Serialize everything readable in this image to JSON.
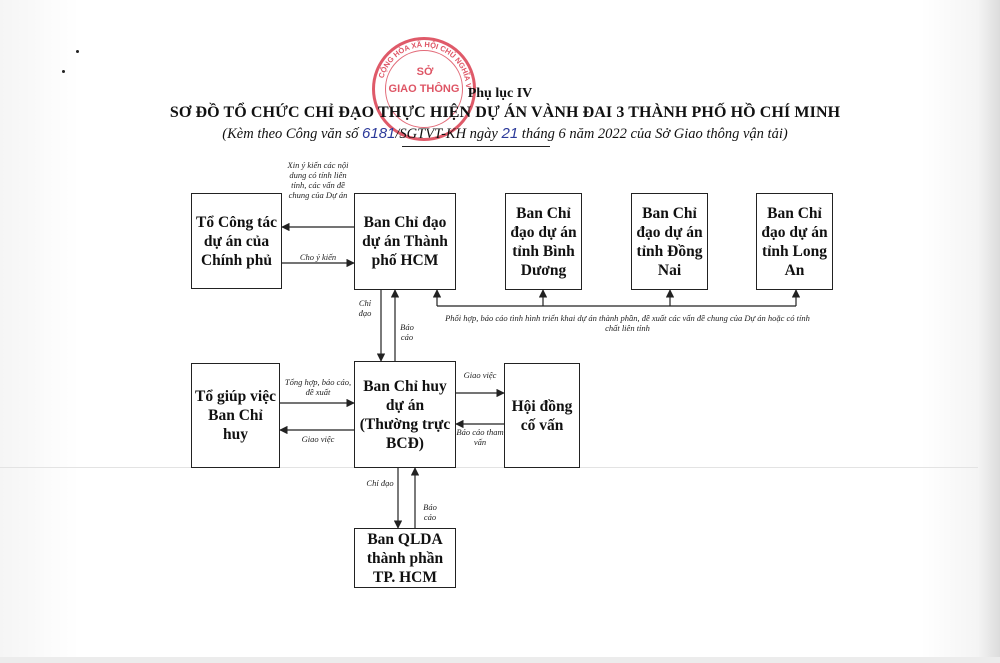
{
  "header": {
    "appendix": "Phụ lục IV",
    "title": "SƠ ĐỒ TỔ CHỨC CHỈ ĐẠO THỰC HIỆN DỰ ÁN VÀNH ĐAI 3 THÀNH PHỐ HỒ CHÍ MINH",
    "subtitle_prefix": "(Kèm theo Công văn số ",
    "doc_number": "6181",
    "subtitle_middle": "/SGTVT-KH ngày ",
    "doc_day": "21",
    "subtitle_suffix": " tháng 6 năm 2022 của Sở Giao thông vận tải)"
  },
  "stamp": {
    "center_line1": "SỞ",
    "center_line2": "GIAO THÔNG",
    "ring_text": "CỘNG HÒA XÃ HỘI CHỦ NGHĨA VIỆT NAM",
    "color": "#d62b3f"
  },
  "boxes": {
    "to_cong_tac": "Tổ Công tác dự án của Chính phủ",
    "bcd_hcm": "Ban Chỉ đạo dự án Thành phố HCM",
    "bcd_binh_duong": "Ban Chỉ đạo dự án tỉnh Bình Dương",
    "bcd_dong_nai": "Ban Chỉ đạo dự án tỉnh Đồng Nai",
    "bcd_long_an": "Ban Chỉ đạo dự án tỉnh Long An",
    "to_giup_viec": "Tổ giúp việc Ban Chỉ huy",
    "ban_chi_huy": "Ban Chỉ huy dự án (Thường trực BCĐ)",
    "hoi_dong": "Hội đồng cố vấn",
    "ban_qlda": "Ban QLDA thành phần TP. HCM"
  },
  "labels": {
    "xin_y_kien": "Xin ý kiến các nội dung có tính liên tỉnh, các vấn đề chung của Dự án",
    "cho_y_kien": "Cho ý kiến",
    "chi_dao_1": "Chỉ đạo",
    "bao_cao_1": "Báo cáo",
    "phoi_hop": "Phối hợp, báo cáo tình hình triển khai dự án thành phần, đề xuất các vấn đề chung của Dự án hoặc có tính chất liên tỉnh",
    "tong_hop": "Tổng hợp, báo cáo, đề xuất",
    "giao_viec_left": "Giao việc",
    "giao_viec_right": "Giao việc",
    "bao_cao_tham_van": "Báo cáo tham vấn",
    "chi_dao_2": "Chỉ đạo",
    "bao_cao_2": "Báo cáo"
  },
  "colors": {
    "ink": "#111111",
    "stamp_red": "#d62b3f",
    "handwriting": "#2c3a9a"
  }
}
